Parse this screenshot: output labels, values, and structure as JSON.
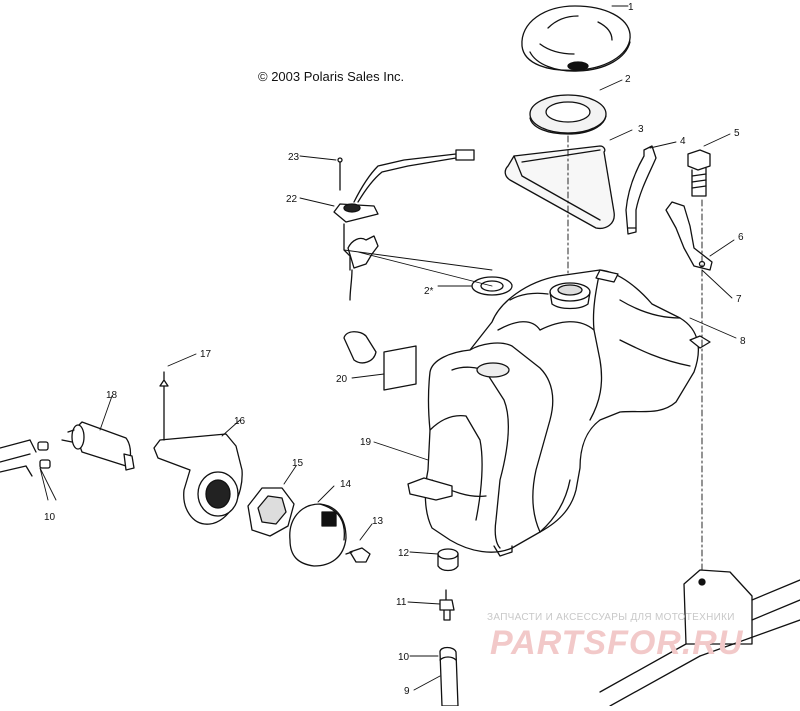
{
  "copyright": "© 2003 Polaris Sales Inc.",
  "callouts": [
    {
      "id": "c1",
      "text": "1"
    },
    {
      "id": "c2",
      "text": "2"
    },
    {
      "id": "c3",
      "text": "3"
    },
    {
      "id": "c4",
      "text": "4"
    },
    {
      "id": "c5",
      "text": "5"
    },
    {
      "id": "c6",
      "text": "6"
    },
    {
      "id": "c7",
      "text": "7"
    },
    {
      "id": "c8",
      "text": "8"
    },
    {
      "id": "c9",
      "text": "9"
    },
    {
      "id": "c10a",
      "text": "10"
    },
    {
      "id": "c10b",
      "text": "10"
    },
    {
      "id": "c11",
      "text": "11"
    },
    {
      "id": "c12",
      "text": "12"
    },
    {
      "id": "c13",
      "text": "13"
    },
    {
      "id": "c14",
      "text": "14"
    },
    {
      "id": "c15",
      "text": "15"
    },
    {
      "id": "c16",
      "text": "16"
    },
    {
      "id": "c17",
      "text": "17"
    },
    {
      "id": "c18",
      "text": "18"
    },
    {
      "id": "c19",
      "text": "19"
    },
    {
      "id": "c20",
      "text": "20"
    },
    {
      "id": "c22",
      "text": "22"
    },
    {
      "id": "c23",
      "text": "23"
    },
    {
      "id": "c2b",
      "text": "2*"
    }
  ],
  "watermark": {
    "subtitle": "ЗАПЧАСТИ И АКСЕССУАРЫ ДЛЯ МОТОТЕХНИКИ",
    "logo": "PARTSFOR.RU"
  }
}
